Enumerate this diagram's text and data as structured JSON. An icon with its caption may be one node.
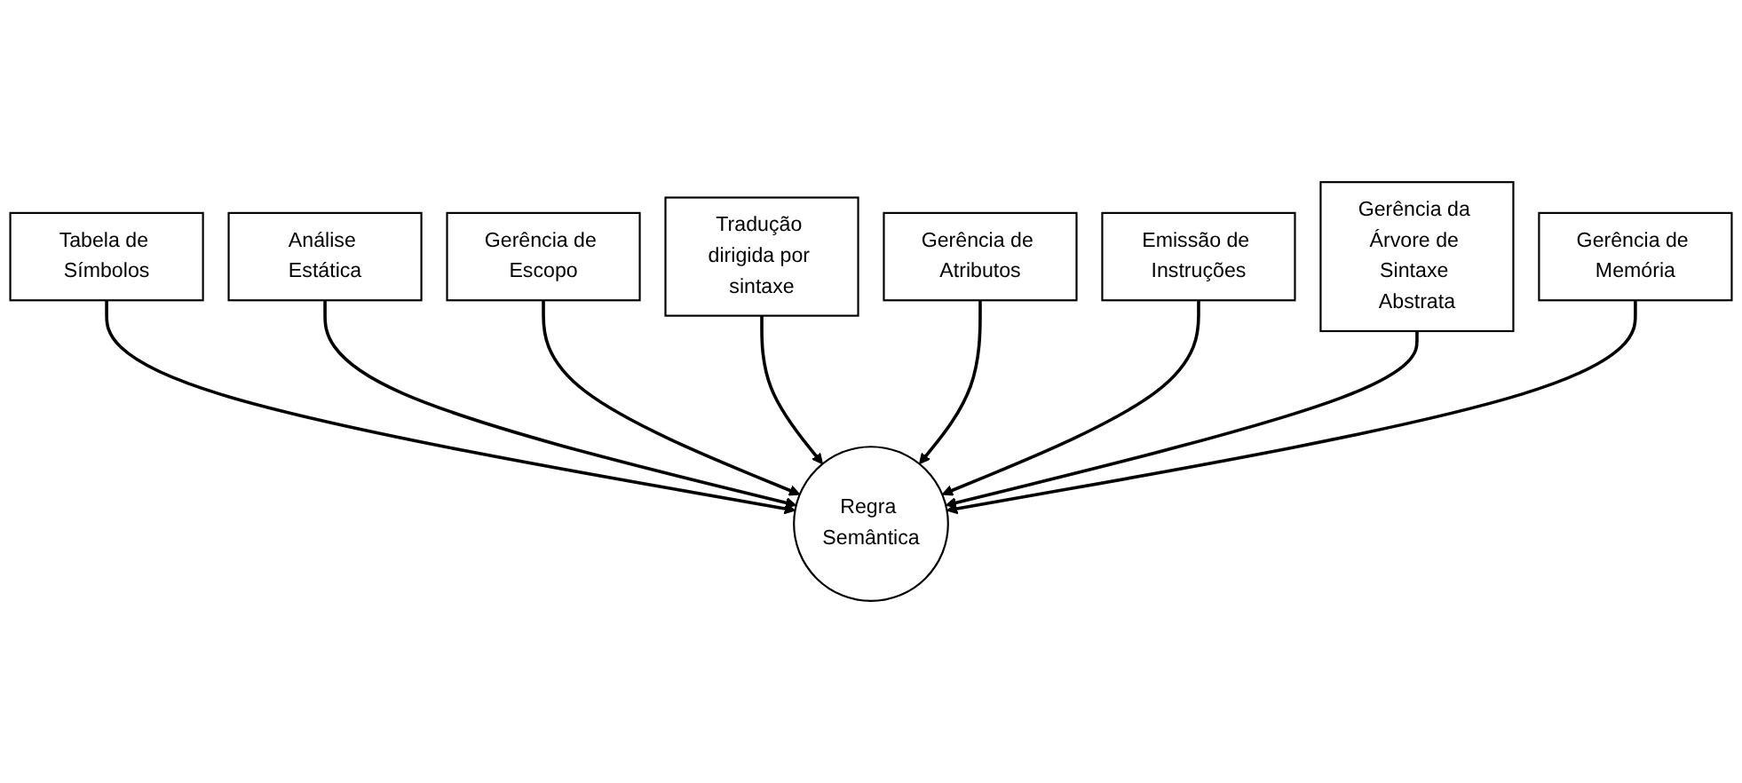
{
  "diagram": {
    "nodes": [
      {
        "text": [
          "Tabela de Símbolos"
        ]
      },
      {
        "text": [
          "Análise Estática"
        ]
      },
      {
        "text": [
          "Gerência de Escopo"
        ]
      },
      {
        "text": [
          "Tradução dirigida por sintaxe"
        ]
      },
      {
        "text": [
          "Regra Semântica"
        ]
      },
      {
        "text": [
          "Gerência de Atributos"
        ]
      },
      {
        "text": [
          "Emissão de Instruções"
        ]
      },
      {
        "text": [
          "Gerência da Árvore de Sintaxe Abstrata"
        ]
      },
      {
        "text": [
          "Gerência de Memória"
        ]
      }
    ],
    "edges": [
      {
        "from": 0,
        "to": 4,
        "arrow": "to"
      },
      {
        "from": 1,
        "to": 4,
        "arrow": "to"
      },
      {
        "from": 2,
        "to": 4,
        "arrow": "to"
      },
      {
        "from": 3,
        "to": 4,
        "arrow": "to"
      },
      {
        "from": 5,
        "to": 4,
        "arrow": "to"
      },
      {
        "from": 6,
        "to": 4,
        "arrow": "to"
      },
      {
        "from": 7,
        "to": 4,
        "arrow": "to"
      },
      {
        "from": 8,
        "to": 4,
        "arrow": "to"
      }
    ]
  }
}
